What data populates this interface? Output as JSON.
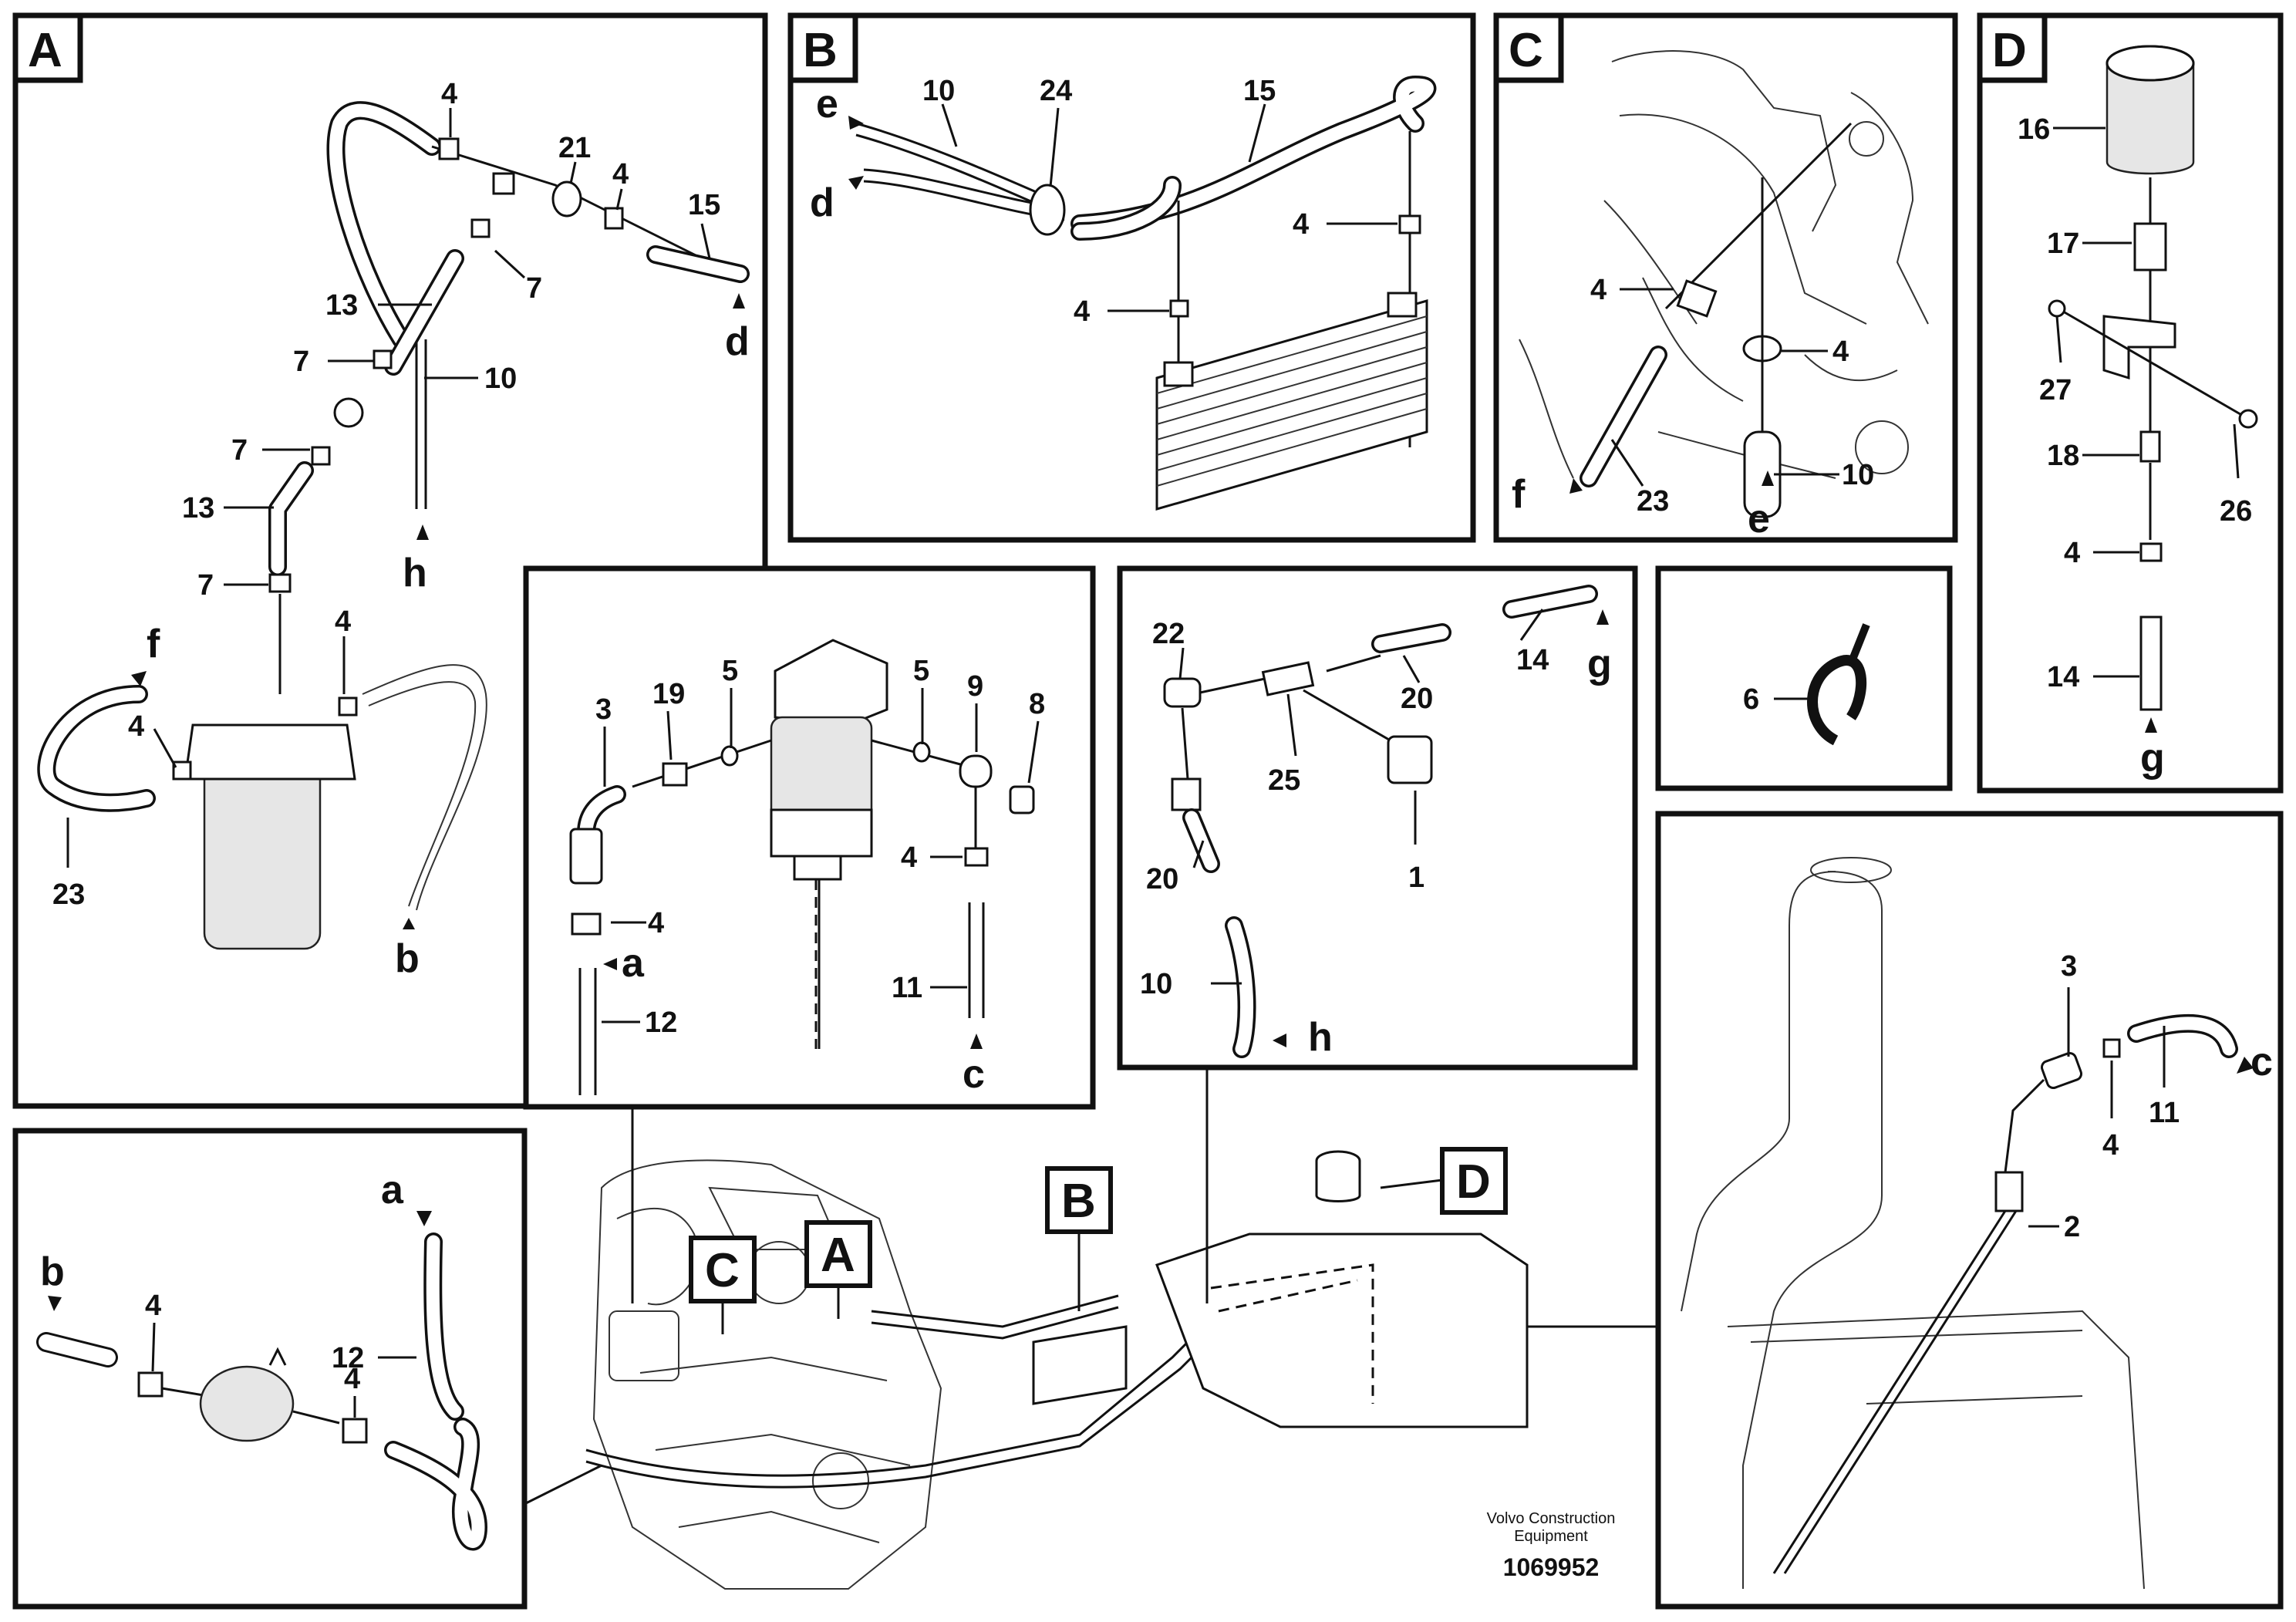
{
  "panels": {
    "A": {
      "id": "A",
      "callouts": [
        "4",
        "21",
        "4",
        "15",
        "7",
        "13",
        "7",
        "10",
        "7",
        "13",
        "7",
        "4",
        "4",
        "23"
      ],
      "letters": [
        "d",
        "h",
        "f",
        "b"
      ]
    },
    "B": {
      "id": "B",
      "callouts": [
        "10",
        "24",
        "15",
        "4",
        "4"
      ],
      "letters": [
        "e",
        "d"
      ]
    },
    "C": {
      "id": "C",
      "callouts": [
        "4",
        "4",
        "10",
        "23"
      ],
      "letters": [
        "f",
        "e"
      ]
    },
    "D": {
      "id": "D",
      "callouts": [
        "16",
        "17",
        "27",
        "26",
        "18",
        "4",
        "14"
      ],
      "letters": [
        "g"
      ]
    },
    "fuel_filter": {
      "callouts": [
        "3",
        "19",
        "5",
        "5",
        "9",
        "8",
        "4",
        "4",
        "11",
        "12"
      ],
      "letters": [
        "a",
        "c"
      ]
    },
    "sensor": {
      "callouts": [
        "22",
        "25",
        "20",
        "14",
        "1",
        "20",
        "10"
      ],
      "letters": [
        "g",
        "h"
      ]
    },
    "tie": {
      "callouts": [
        "6"
      ]
    },
    "prefilter": {
      "callouts": [
        "4",
        "12",
        "4"
      ],
      "letters": [
        "a",
        "b"
      ]
    },
    "tank": {
      "callouts": [
        "3",
        "4",
        "11",
        "2"
      ],
      "letters": [
        "c"
      ]
    },
    "overview": {
      "labels": [
        "B",
        "D",
        "C",
        "A"
      ]
    }
  },
  "footer": {
    "brand_line1": "Volvo Construction",
    "brand_line2": "Equipment",
    "number": "1069952"
  }
}
